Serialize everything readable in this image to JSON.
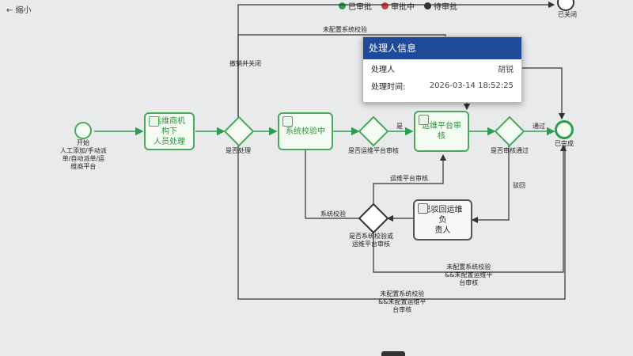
{
  "toolbar": {
    "collapse_label": "← 缩小"
  },
  "legend": [
    {
      "label": "已审批",
      "color": "#2e9d4f"
    },
    {
      "label": "审批中",
      "color": "#d63b3b"
    },
    {
      "label": "待审批",
      "color": "#333333"
    }
  ],
  "nodes": {
    "start_label": "开始",
    "start_desc": [
      "人工添加/手动派",
      "单/自动派单/运",
      "维商平台"
    ],
    "task1": [
      "运维商机构下",
      "人员处理"
    ],
    "gw1": "是否处理",
    "task2": "系统校验中",
    "gw2": "是否运维平台审核",
    "task3": "运维平台审核",
    "gw3": "是否审核通过",
    "end_label": "已完成",
    "top_end_label": "已关闭",
    "task4": [
      "已驳回运维负",
      "责人"
    ],
    "gw4": [
      "是否系统校验或",
      "运维平台审核"
    ]
  },
  "edges": {
    "unconfigured_top": "未配置系统校验",
    "withdraw_close": "撤销并关闭",
    "yes": "是",
    "pass": "通过",
    "reject": "驳回",
    "platform_review": "运维平台审核",
    "system_check": "系统校验",
    "unconfigured_mid": [
      "未配置系统校验",
      "&&未配置运维平",
      "台审核"
    ],
    "unconfigured_low": [
      "未配置系统校验",
      "&&未配置运维平",
      "台审核"
    ]
  },
  "popup": {
    "title": "处理人信息",
    "handler_label": "处理人",
    "handler_value": "胡锐",
    "time_label": "处理时间:",
    "time_value": "2026-03-14 18:52:25"
  }
}
